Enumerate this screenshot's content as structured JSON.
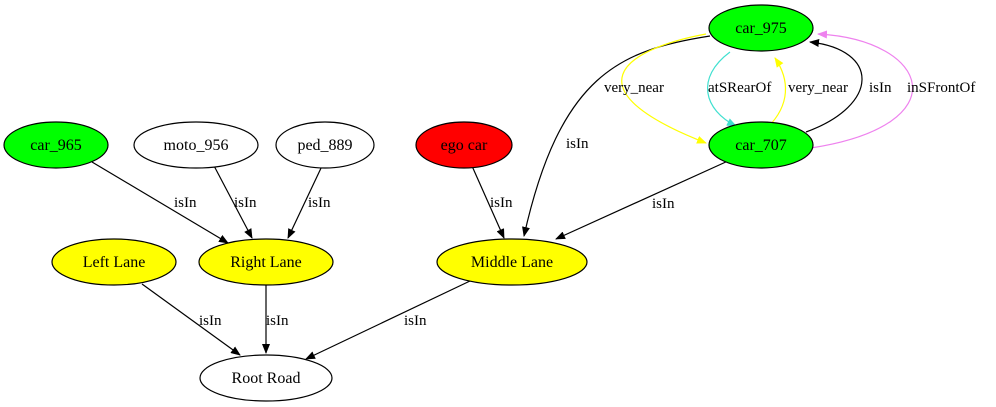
{
  "colors": {
    "green": "#00ff00",
    "yellow": "#ffff00",
    "red": "#ff0000",
    "white": "#ffffff",
    "black": "#000000",
    "edge_yellow": "#ffff00",
    "edge_turquoise": "#40e0d0",
    "edge_violet": "#ee82ee"
  },
  "nodes": {
    "car_975": "car_975",
    "car_707": "car_707",
    "car_965": "car_965",
    "moto_956": "moto_956",
    "ped_889": "ped_889",
    "ego_car": "ego car",
    "left_lane": "Left Lane",
    "right_lane": "Right Lane",
    "middle_lane": "Middle Lane",
    "root_road": "Root Road"
  },
  "edges": {
    "car975_middle": "isIn",
    "car975_car707_very_near": "very_near",
    "car975_car707_atSRearOf": "atSRearOf",
    "car707_car975_very_near": "very_near",
    "car707_car975_isIn": "isIn",
    "car707_car975_inSFrontOf": "inSFrontOf",
    "car707_middle": "isIn",
    "car965_right": "isIn",
    "moto956_right": "isIn",
    "ped889_right": "isIn",
    "ego_middle": "isIn",
    "left_root": "isIn",
    "right_root": "isIn",
    "middle_root": "isIn"
  }
}
